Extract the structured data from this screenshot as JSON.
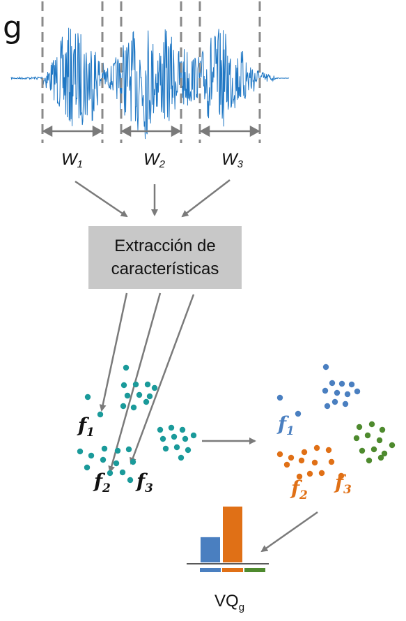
{
  "signal": {
    "label": "g"
  },
  "windows": [
    {
      "label": "W",
      "sub": "1"
    },
    {
      "label": "W",
      "sub": "2"
    },
    {
      "label": "W",
      "sub": "3"
    }
  ],
  "process_box": {
    "line1": "Extracción de",
    "line2": "características"
  },
  "features_left": [
    {
      "label": "f",
      "sub": "1"
    },
    {
      "label": "f",
      "sub": "2"
    },
    {
      "label": "f",
      "sub": "3"
    }
  ],
  "features_right": [
    {
      "label": "f",
      "sub": "1"
    },
    {
      "label": "f",
      "sub": "2"
    },
    {
      "label": "f",
      "sub": "3"
    }
  ],
  "colors": {
    "waveform": "#1f77c4",
    "teal": "#1a9a9a",
    "blue": "#4a7fc0",
    "orange": "#e07016",
    "green": "#4e8a2e",
    "arrow": "#7a7a7a",
    "dash": "#8a8a8a",
    "box": "#c8c8c8"
  },
  "chart_data": {
    "type": "bar",
    "categories": [
      "",
      "",
      ""
    ],
    "values": [
      0.42,
      0.93,
      0.0
    ]
  },
  "histogram_label": {
    "label": "VQ",
    "sub": "g"
  }
}
